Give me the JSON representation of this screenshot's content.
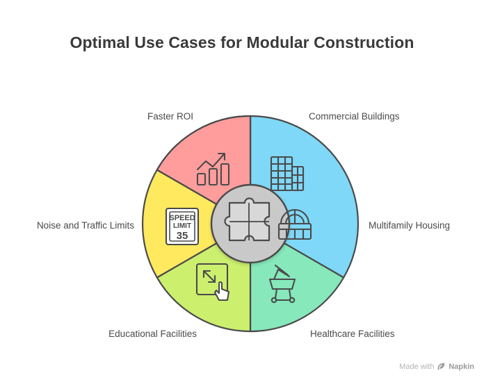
{
  "page": {
    "title": "Optimal Use Cases for Modular Construction",
    "background": "#ffffff"
  },
  "chart_data": {
    "type": "pie",
    "title": "Optimal Use Cases for Modular Construction",
    "center_icon": "puzzle-piece-icon",
    "center_color": "#c9c9c9",
    "segments": [
      {
        "label": "Commercial Buildings",
        "color": "#7fd8f7",
        "icon": "office-building-icon",
        "start_angle": 0,
        "end_angle": 60
      },
      {
        "label": "Multifamily Housing",
        "color": "#86e8bb",
        "icon": "balcony-railing-icon",
        "start_angle": 60,
        "end_angle": 120
      },
      {
        "label": "Healthcare Facilities",
        "color": "#ccef6e",
        "icon": "hospital-chair-icon",
        "start_angle": 120,
        "end_angle": 180
      },
      {
        "label": "Educational Facilities",
        "color": "#ffe95e",
        "icon": "resize-touch-icon",
        "start_angle": 180,
        "end_angle": 240
      },
      {
        "label": "Noise and Traffic Limits",
        "color": "#ffc277",
        "icon": "speed-limit-sign-icon",
        "start_angle": 240,
        "end_angle": 300
      },
      {
        "label": "Faster ROI",
        "color": "#ff9d9d",
        "icon": "growth-chart-icon",
        "start_angle": 300,
        "end_angle": 360
      }
    ],
    "legend": "none",
    "grid": false
  },
  "footer": {
    "made_with": "Made with",
    "brand": "Napkin",
    "leaf_icon": "leaf-icon"
  }
}
